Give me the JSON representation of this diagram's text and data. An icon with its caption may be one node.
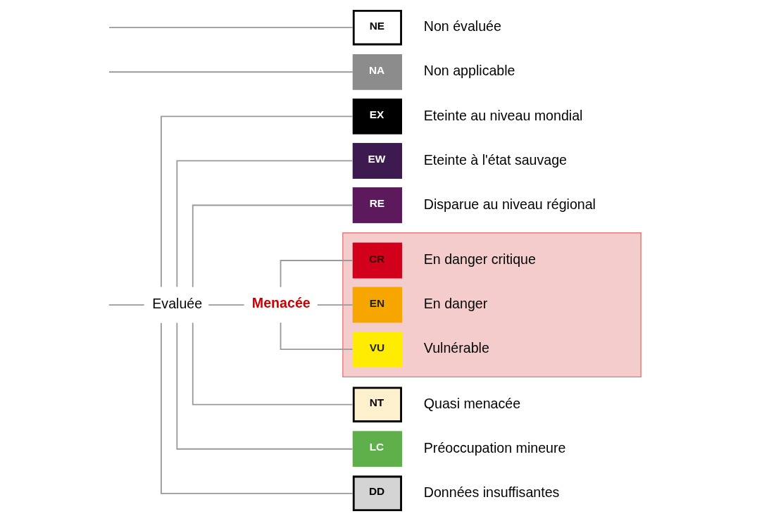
{
  "diagram": {
    "nodes": [
      {
        "text": [
          "EX"
        ],
        "beside": [
          "Eteinte au niveau mondial"
        ]
      },
      {
        "text": [
          "EW"
        ],
        "beside": [
          "Eteinte à l'état sauvage"
        ]
      },
      {
        "text": [
          "RE"
        ],
        "beside": [
          "Disparue au niveau régional"
        ]
      },
      {
        "text": [],
        "shape": "box"
      },
      {
        "text": [
          "CR"
        ],
        "beside": [
          "En danger critique"
        ],
        "in": 3
      },
      {
        "text": [
          "Menacée"
        ]
      },
      {
        "text": [
          "EN"
        ],
        "beside": [
          "En danger"
        ],
        "in": 3
      },
      {
        "text": [
          "VU"
        ],
        "beside": [
          "Vulnérable"
        ],
        "in": 3
      },
      {
        "text": [
          "Evaluée"
        ]
      },
      {
        "text": [
          "NT"
        ],
        "beside": [
          "Quasi menacée"
        ]
      },
      {
        "text": [
          "LC"
        ],
        "beside": [
          "Préoccupation mineure"
        ]
      },
      {
        "text": [
          "DD"
        ],
        "beside": [
          "Données insuffisantes"
        ]
      },
      {
        "text": [
          "NA"
        ],
        "beside": [
          "Non applicable"
        ]
      },
      {
        "text": [
          "NE"
        ],
        "beside": [
          "Non évaluée"
        ]
      }
    ],
    "edges": [
      {
        "from": 8,
        "to": 0,
        "arrow": "none"
      },
      {
        "from": 8,
        "to": 1,
        "arrow": "none"
      },
      {
        "from": 8,
        "to": 2,
        "arrow": "none"
      },
      {
        "from": 8,
        "to": 5,
        "arrow": "none"
      },
      {
        "from": 5,
        "to": 4,
        "arrow": "none"
      },
      {
        "from": 5,
        "to": 6,
        "arrow": "none"
      },
      {
        "from": 5,
        "to": 7,
        "arrow": "none"
      },
      {
        "from": 8,
        "to": 9,
        "arrow": "none"
      },
      {
        "from": 8,
        "to": 10,
        "arrow": "none"
      },
      {
        "from": 8,
        "to": 11,
        "arrow": "none"
      },
      {
        "from": null,
        "to": 8,
        "arrow": "none"
      },
      {
        "from": null,
        "to": 12,
        "arrow": "none"
      },
      {
        "from": null,
        "to": 13,
        "arrow": "none"
      }
    ]
  }
}
